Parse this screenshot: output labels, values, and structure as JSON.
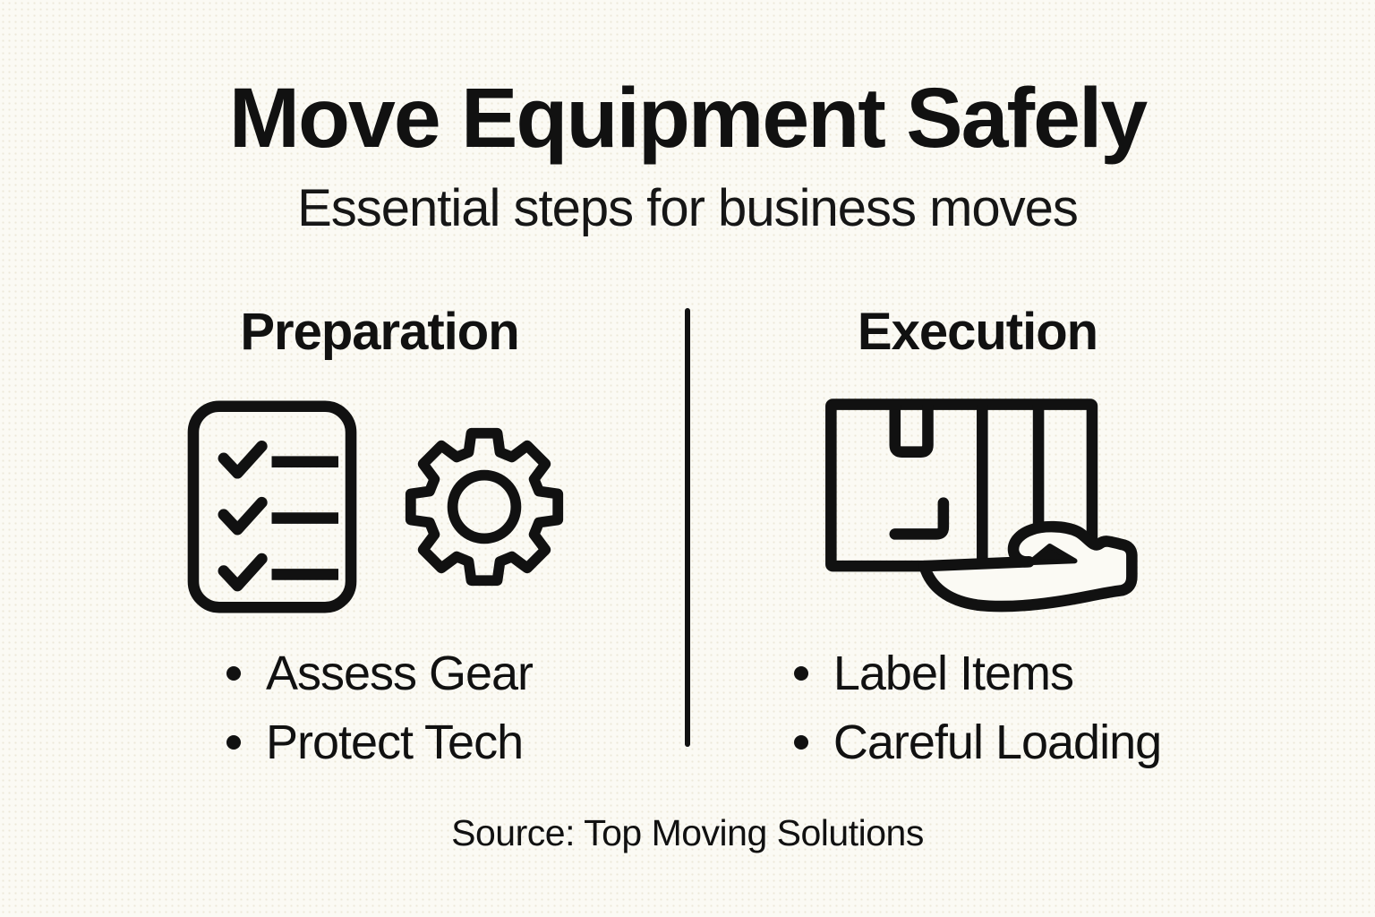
{
  "page": {
    "title": "Move Equipment Safely",
    "subtitle": "Essential steps for business moves",
    "source": "Source: Top Moving Solutions"
  },
  "columns": {
    "preparation": {
      "heading": "Preparation",
      "icons": [
        "checklist-icon",
        "gear-icon"
      ],
      "bullets": [
        "Assess Gear",
        "Protect Tech"
      ]
    },
    "execution": {
      "heading": "Execution",
      "icons": [
        "box-in-hand-icon"
      ],
      "bullets": [
        "Label Items",
        "Careful Loading"
      ]
    }
  },
  "colors": {
    "background": "#FBFAF4",
    "ink": "#111111",
    "background_dot": "#ECE8D9"
  }
}
